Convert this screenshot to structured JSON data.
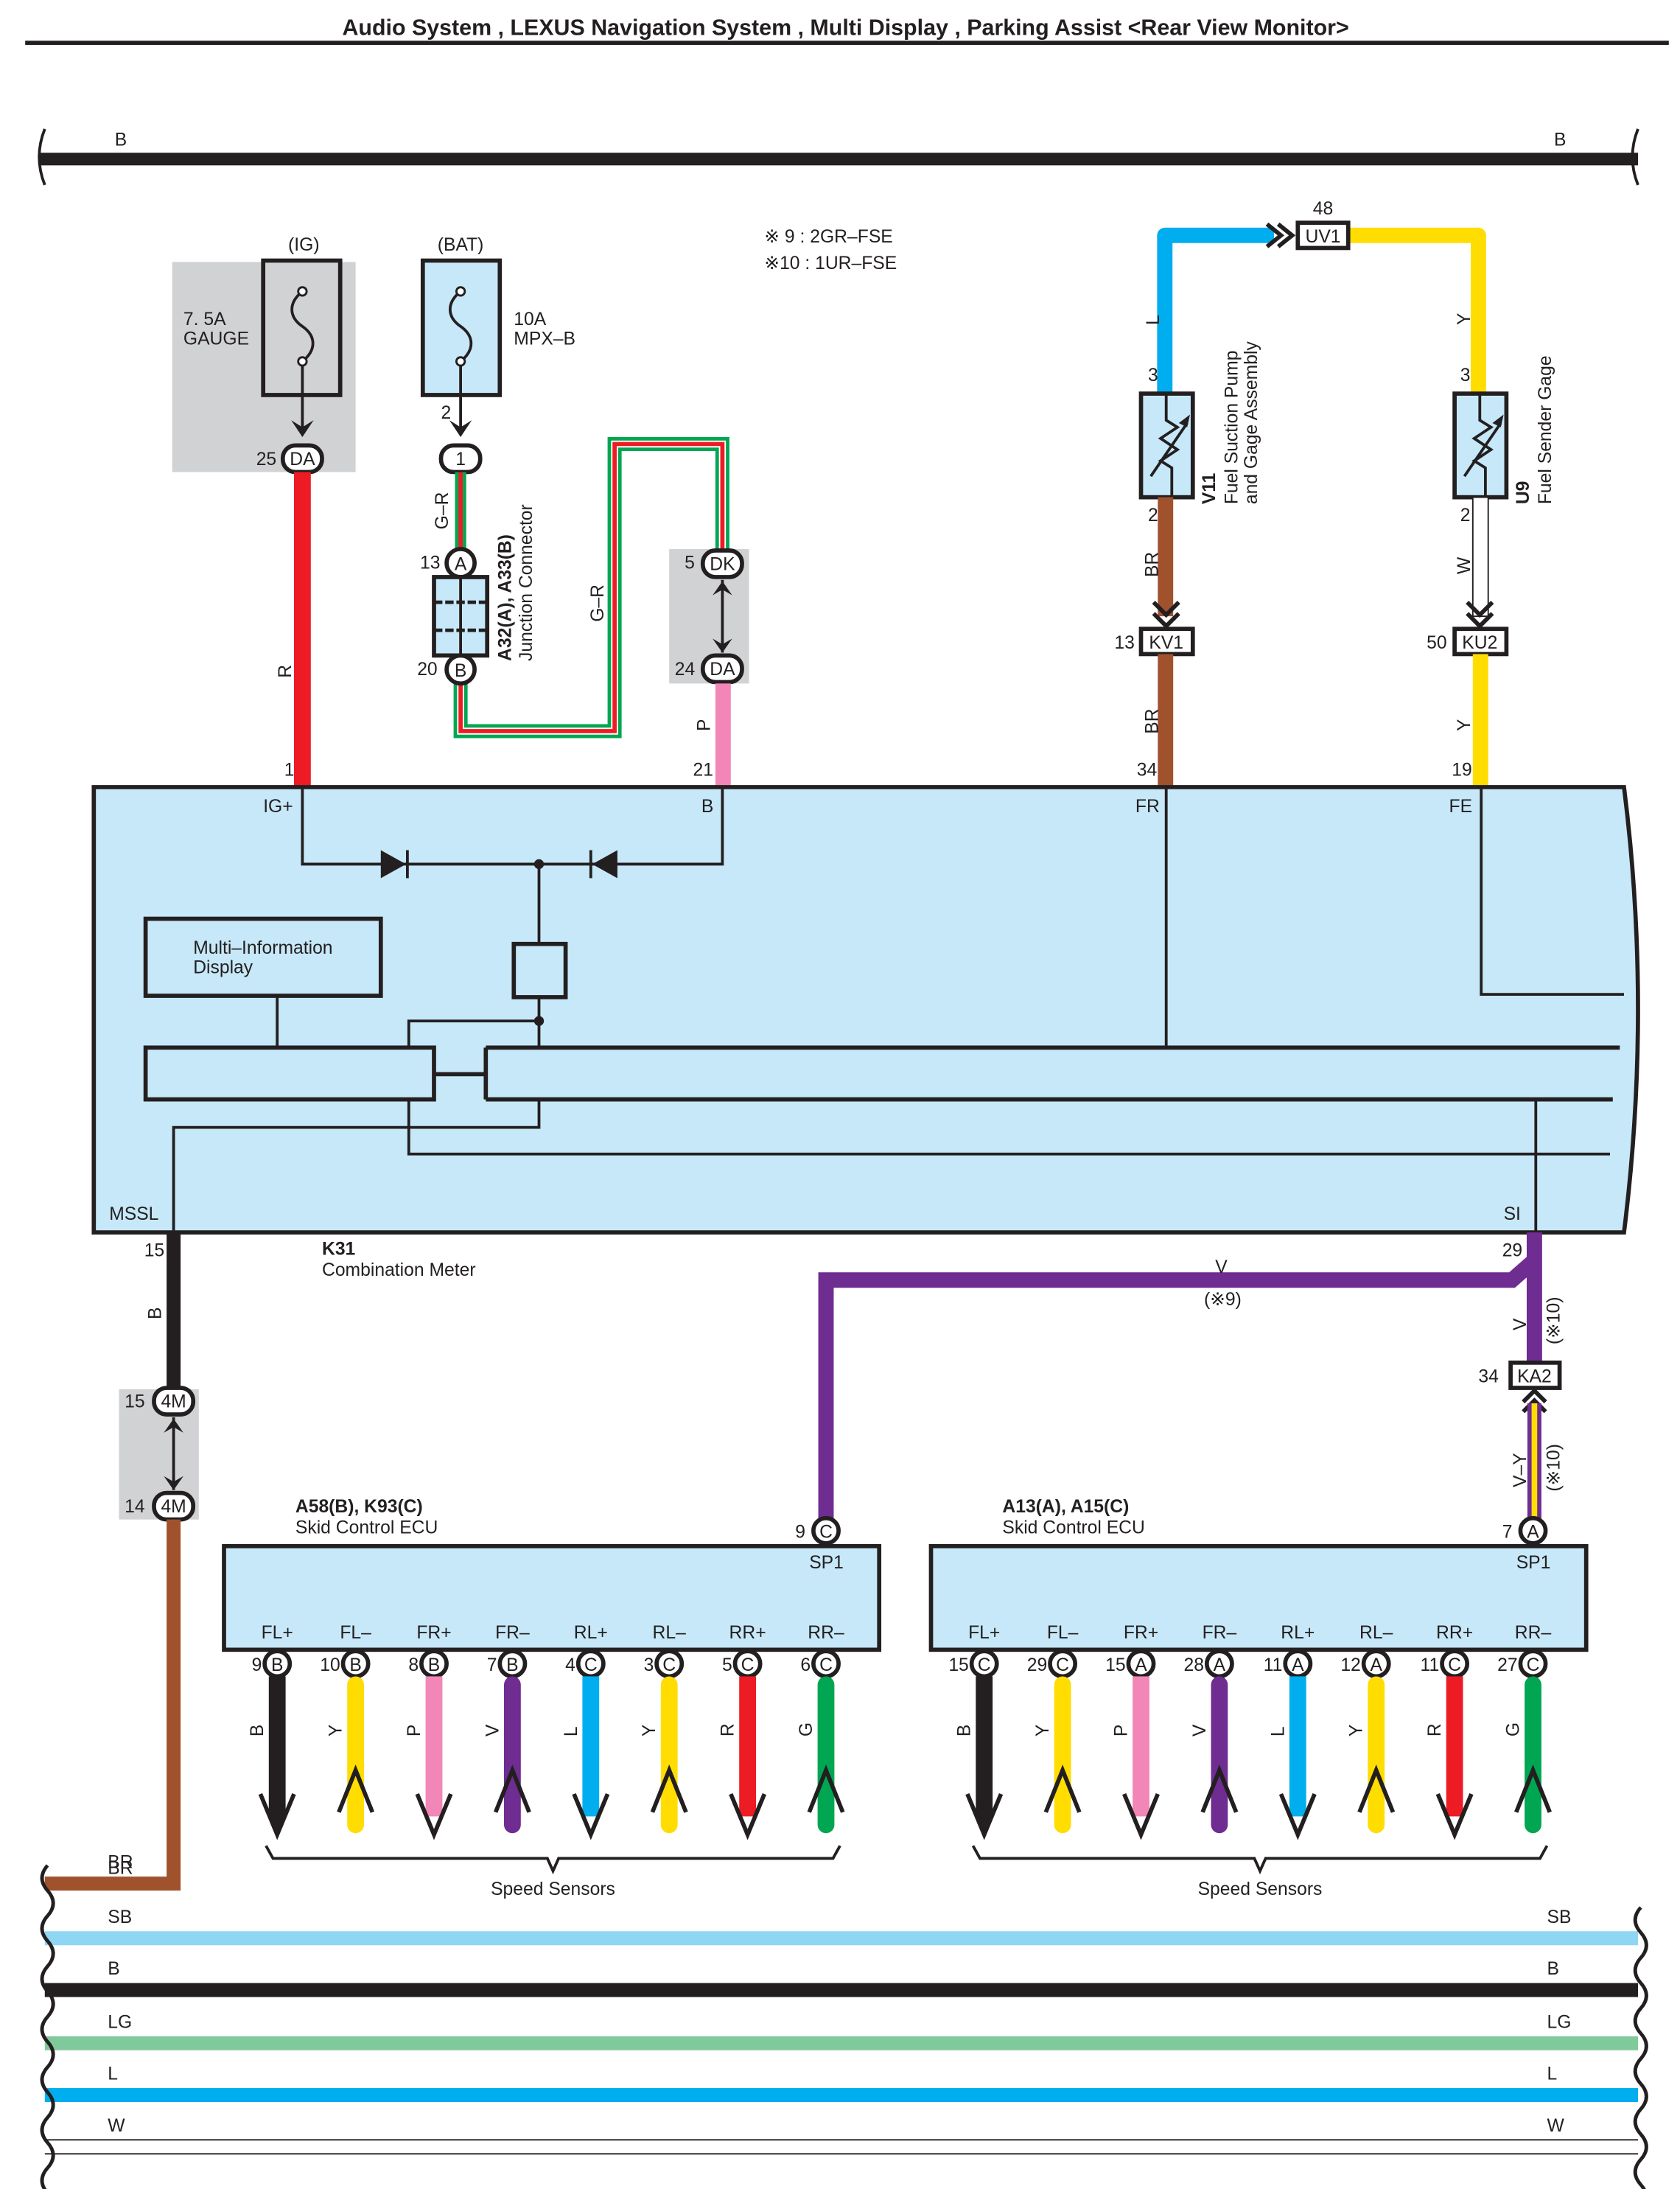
{
  "title": "Audio System , LEXUS Navigation System , Multi Display , Parking Assist <Rear View Monitor>",
  "notes": [
    {
      "mark": "※ 9",
      "text": "※ 9 : 2GR–FSE"
    },
    {
      "mark": "※10",
      "text": "※10 : 1UR–FSE"
    }
  ],
  "colors": {
    "B": "#231f20",
    "R": "#ed1c24",
    "G": "#00a651",
    "P": "#f287b7",
    "BR": "#a0522d",
    "L": "#00aeef",
    "Y": "#ffdd00",
    "V": "#6f2c91",
    "SB": "#8fd6f5",
    "LG": "#80c99a",
    "W": "#ffffff",
    "component_fill": "#c7e8f8",
    "shade": "#d1d2d4"
  },
  "top_bus": {
    "label_left": "B",
    "label_right": "B"
  },
  "fuses": [
    {
      "source": "(IG)",
      "rating": "7. 5A",
      "name": "GAUGE",
      "pin": "25",
      "connector": "DA",
      "wire": "R"
    },
    {
      "source": "(BAT)",
      "rating": "10A",
      "name": "MPX–B",
      "pin": "2",
      "connector": "1",
      "wire": "G–R"
    }
  ],
  "junction": {
    "id": "A32(A),  A33(B)",
    "name": "Junction Connector",
    "pin_top": "13",
    "conn_top": "A",
    "pin_bottom": "20",
    "conn_bottom": "B",
    "wire_in": "G–R",
    "wire_out": "G–R"
  },
  "dk_da": {
    "pin_top": "5",
    "conn_top": "DK",
    "pin_bottom": "24",
    "conn_bottom": "DA",
    "wire": "P"
  },
  "fuel": {
    "uv1": {
      "pin": "48",
      "connector": "UV1"
    },
    "v11": {
      "id": "V11",
      "name_line1": "Fuel Suction Pump",
      "name_line2": "and Gage Assembly",
      "pin_top": "3",
      "pin_bottom": "2",
      "wire_top": "L",
      "wire_bottom": "BR"
    },
    "u9": {
      "id": "U9",
      "name": "Fuel Sender Gage",
      "pin_top": "3",
      "pin_bottom": "2",
      "wire_top": "Y",
      "wire_bottom": "W"
    },
    "kv1": {
      "pin": "13",
      "connector": "KV1",
      "wire": "BR"
    },
    "ku2": {
      "pin": "50",
      "connector": "KU2",
      "wire": "Y"
    }
  },
  "meter": {
    "id": "K31",
    "name": "Combination Meter",
    "mid_label_line1": "Multi–Information",
    "mid_label_line2": "Display",
    "terminals": [
      {
        "name": "IG+",
        "pin": "1"
      },
      {
        "name": "B",
        "pin": "21"
      },
      {
        "name": "FR",
        "pin": "34"
      },
      {
        "name": "FE",
        "pin": "19"
      },
      {
        "name": "MSSL",
        "pin": "15"
      },
      {
        "name": "SI",
        "pin": "29"
      }
    ]
  },
  "mssl_path": {
    "wire_top": "B",
    "c4m_top": {
      "pin": "15",
      "connector": "4M"
    },
    "c4m_bottom": {
      "pin": "14",
      "connector": "4M"
    },
    "wire_bottom": "BR"
  },
  "si_path": {
    "wire_h": "V",
    "wire_h_note": "(※9)",
    "wire_v": "V",
    "wire_v_note": "(※10)",
    "ka2": {
      "pin": "34",
      "connector": "KA2"
    },
    "wire_low": "V–Y",
    "wire_low_note": "(※10)"
  },
  "ecus": [
    {
      "id": "A58(B), K93(C)",
      "name": "Skid Control ECU",
      "sp1": {
        "name": "SP1",
        "pin": "9",
        "conn": "C"
      },
      "terminals": [
        {
          "name": "FL+",
          "pin": "9",
          "conn": "B",
          "wire": "B",
          "dir": "down"
        },
        {
          "name": "FL–",
          "pin": "10",
          "conn": "B",
          "wire": "Y",
          "dir": "up"
        },
        {
          "name": "FR+",
          "pin": "8",
          "conn": "B",
          "wire": "P",
          "dir": "down"
        },
        {
          "name": "FR–",
          "pin": "7",
          "conn": "B",
          "wire": "V",
          "dir": "up"
        },
        {
          "name": "RL+",
          "pin": "4",
          "conn": "C",
          "wire": "L",
          "dir": "down"
        },
        {
          "name": "RL–",
          "pin": "3",
          "conn": "C",
          "wire": "Y",
          "dir": "up"
        },
        {
          "name": "RR+",
          "pin": "5",
          "conn": "C",
          "wire": "R",
          "dir": "down"
        },
        {
          "name": "RR–",
          "pin": "6",
          "conn": "C",
          "wire": "G",
          "dir": "up"
        }
      ],
      "sensors_label": "Speed Sensors"
    },
    {
      "id": "A13(A), A15(C)",
      "name": "Skid Control ECU",
      "sp1": {
        "name": "SP1",
        "pin": "7",
        "conn": "A"
      },
      "terminals": [
        {
          "name": "FL+",
          "pin": "15",
          "conn": "C",
          "wire": "B",
          "dir": "down"
        },
        {
          "name": "FL–",
          "pin": "29",
          "conn": "C",
          "wire": "Y",
          "dir": "up"
        },
        {
          "name": "FR+",
          "pin": "15",
          "conn": "A",
          "wire": "P",
          "dir": "down"
        },
        {
          "name": "FR–",
          "pin": "28",
          "conn": "A",
          "wire": "V",
          "dir": "up"
        },
        {
          "name": "RL+",
          "pin": "11",
          "conn": "A",
          "wire": "L",
          "dir": "down"
        },
        {
          "name": "RL–",
          "pin": "12",
          "conn": "A",
          "wire": "Y",
          "dir": "up"
        },
        {
          "name": "RR+",
          "pin": "11",
          "conn": "C",
          "wire": "R",
          "dir": "down"
        },
        {
          "name": "RR–",
          "pin": "27",
          "conn": "C",
          "wire": "G",
          "dir": "up"
        }
      ],
      "sensors_label": "Speed Sensors"
    }
  ],
  "bottom_buses": [
    {
      "label": "BR"
    },
    {
      "label": "SB"
    },
    {
      "label": "B"
    },
    {
      "label": "LG"
    },
    {
      "label": "L"
    },
    {
      "label": "W"
    }
  ]
}
